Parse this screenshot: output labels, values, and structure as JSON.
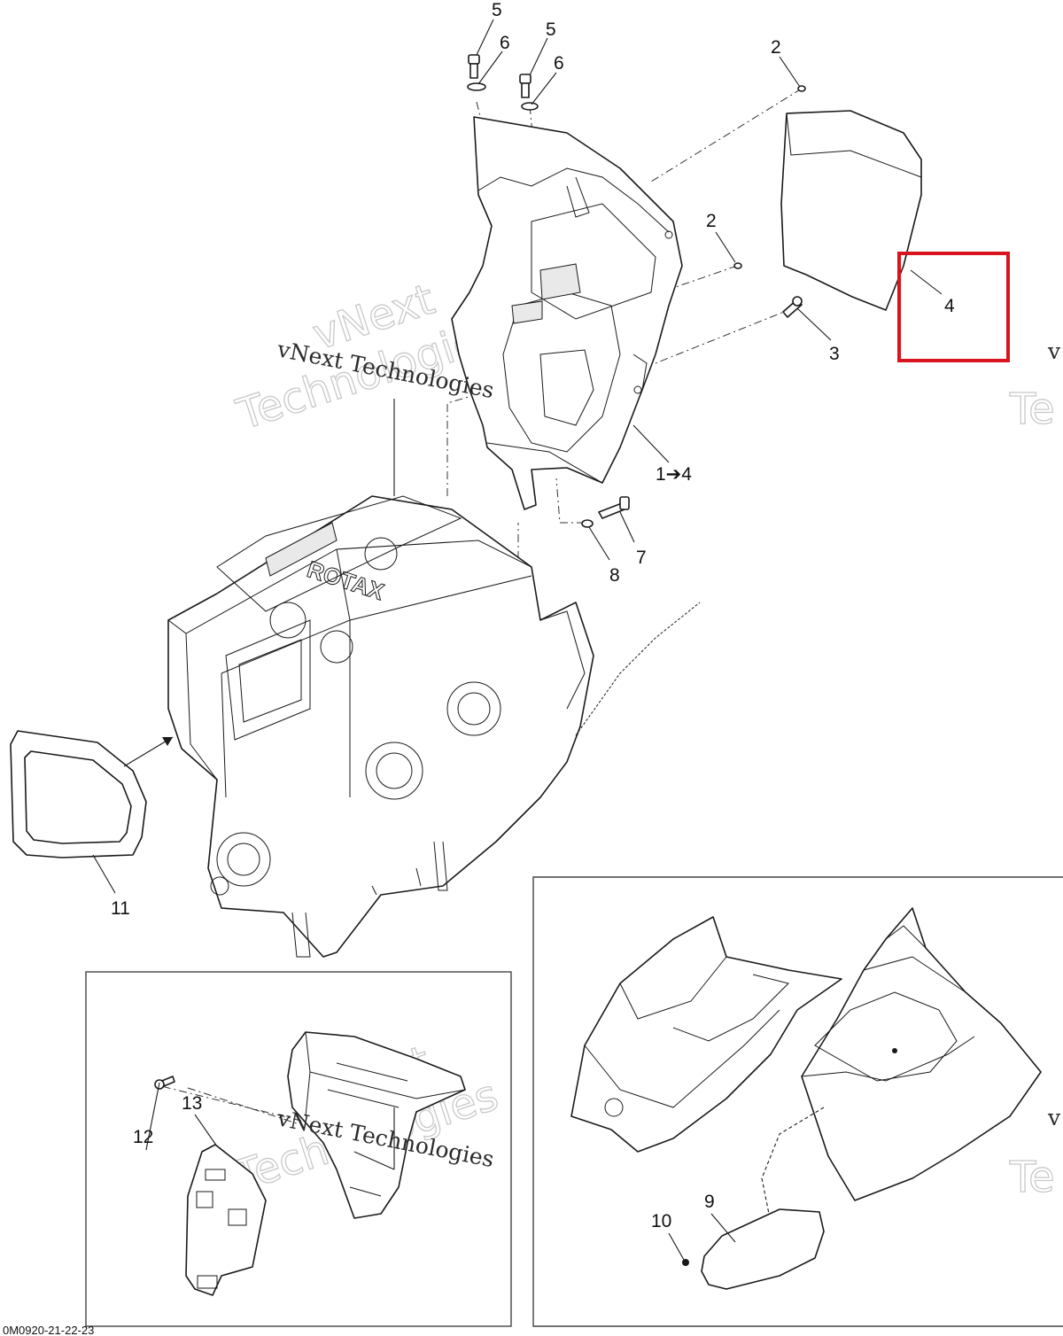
{
  "callouts": {
    "c5a": "5",
    "c6a": "6",
    "c5b": "5",
    "c6b": "6",
    "c2a": "2",
    "c2b": "2",
    "c3": "3",
    "c4": "4",
    "c1to4": "1➔4",
    "c7": "7",
    "c8": "8",
    "c11": "11",
    "c13": "13",
    "c12": "12",
    "c9": "9",
    "c10": "10"
  },
  "watermarks": {
    "small_1": "vNext Technologies",
    "big_1a": "vNext",
    "big_1b": "Technologies",
    "small_2": "vNext Technologies",
    "big_2a": "vNext",
    "big_2b": "Technologies",
    "right_small": "v",
    "right_big": "Te"
  },
  "engine_label": "ROTAX",
  "document_id": "0M0920-21-22-23",
  "highlight": {
    "target": "4",
    "color": "#d9141e"
  }
}
